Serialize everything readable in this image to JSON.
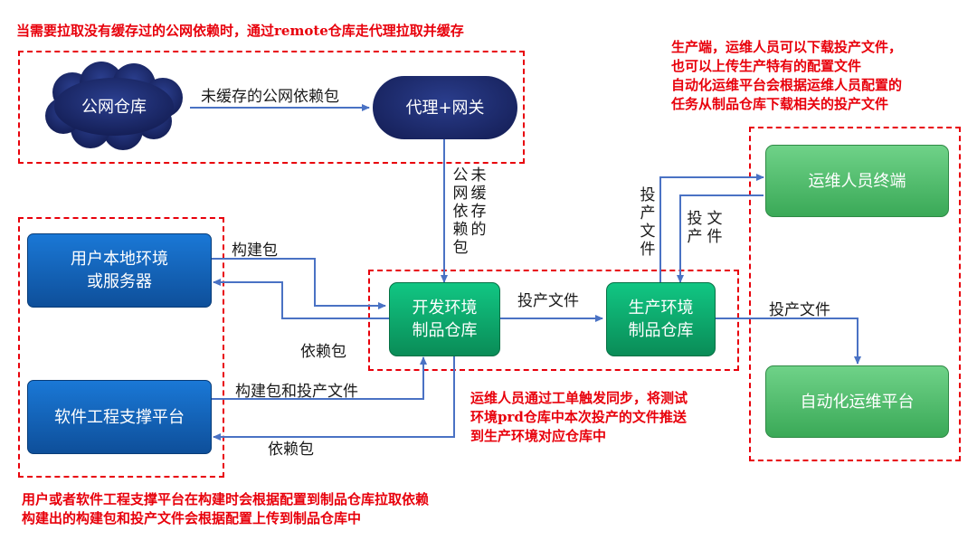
{
  "notes": {
    "top": "当需要拉取没有缓存过的公网依赖时，通过remote仓库走代理拉取并缓存",
    "right_lines": [
      "生产端，运维人员可以下载投产文件，",
      "也可以上传生产特有的配置文件",
      "自动化运维平台会根据运维人员配置的",
      "任务从制品仓库下载相关的投产文件"
    ],
    "middle_lines": [
      "运维人员通过工单触发同步，将测试",
      "环境prd仓库中本次投产的文件推送",
      "到生产环境对应仓库中"
    ],
    "bottom_lines": [
      "用户或者软件工程支撑平台在构建时会根据配置到制品仓库拉取依赖",
      "构建出的构建包和投产文件会根据配置上传到制品仓库中"
    ]
  },
  "nodes": {
    "public_repo": "公网仓库",
    "proxy": "代理+网关",
    "user_env": [
      "用户本地环境",
      "或服务器"
    ],
    "platform": "软件工程支撑平台",
    "dev_repo": [
      "开发环境",
      "制品仓库"
    ],
    "prod_repo": [
      "生产环境",
      "制品仓库"
    ],
    "ops_terminal": "运维人员终端",
    "auto_ops": "自动化运维平台"
  },
  "edges": {
    "uncached_h": "未缓存的公网依赖包",
    "uncached_v_col1": [
      "公",
      "网",
      "依",
      "赖",
      "包"
    ],
    "uncached_v_col2": [
      "未",
      "缓",
      "存",
      "的"
    ],
    "build_pkg": "构建包",
    "deps_user": "依赖包",
    "build_and_release": "构建包和投产文件",
    "deps_platform": "依赖包",
    "release_files_mid": "投产文件",
    "release_files_right": "投产文件",
    "ops_up_v": [
      "投",
      "产",
      "文",
      "件"
    ],
    "ops_down_col1": [
      "投",
      "产"
    ],
    "ops_down_col2": [
      "文",
      "件"
    ]
  },
  "colors": {
    "annotation": "#e8000b",
    "arrow": "#4a72c4"
  }
}
